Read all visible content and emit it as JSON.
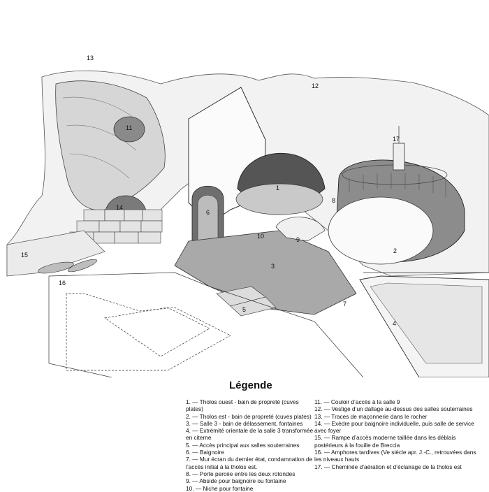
{
  "diagram": {
    "labels": [
      "1",
      "2",
      "3",
      "4",
      "5",
      "6",
      "7",
      "8",
      "9",
      "10",
      "11",
      "12",
      "13",
      "14",
      "15",
      "16",
      "17"
    ]
  },
  "legend": {
    "title": "Légende",
    "left": [
      {
        "n": "1.",
        "text": "— Tholos ouest - bain de propreté (cuves plates)"
      },
      {
        "n": "2.",
        "text": "— Tholos est - bain de propreté (cuves plates)"
      },
      {
        "n": "3.",
        "text": "— Salle 3 - bain de délassement, fontaines"
      },
      {
        "n": "4.",
        "text": "— Extrémité orientale de la salle 3 transformée en citerne"
      },
      {
        "n": "5.",
        "text": "— Accès principal aux salles souterraines"
      },
      {
        "n": "6.",
        "text": "— Baignoire"
      },
      {
        "n": "7.",
        "text": "— Mur écran du dernier état, condamnation de l’accès initial à la tholos est."
      },
      {
        "n": "8.",
        "text": "— Porte percée entre les deux rotondes"
      },
      {
        "n": "9.",
        "text": "— Abside pour baignoire ou fontaine"
      },
      {
        "n": "10.",
        "text": "— Niche pour fontaine"
      }
    ],
    "right": [
      {
        "n": "11.",
        "text": "— Couloir d’accès à la salle 9"
      },
      {
        "n": "12.",
        "text": "— Vestige d’un dallage au-dessus des salles souterraines"
      },
      {
        "n": "13.",
        "text": "— Traces de maçonnerie dans le rocher"
      },
      {
        "n": "14.",
        "text": "— Exèdre pour baignoire individuelle, puis salle de service avec foyer"
      },
      {
        "n": "15.",
        "text": "— Rampe d’accès moderne taillée dans les déblais postérieurs à la fouille de Breccia"
      },
      {
        "n": "16.",
        "text": "— Amphores tardives (Ve siècle apr. J.-C., retrouvées dans les niveaux hauts"
      },
      {
        "n": "17.",
        "text": "— Cheminée d’aération et d’éclairage de la tholos est"
      }
    ]
  }
}
